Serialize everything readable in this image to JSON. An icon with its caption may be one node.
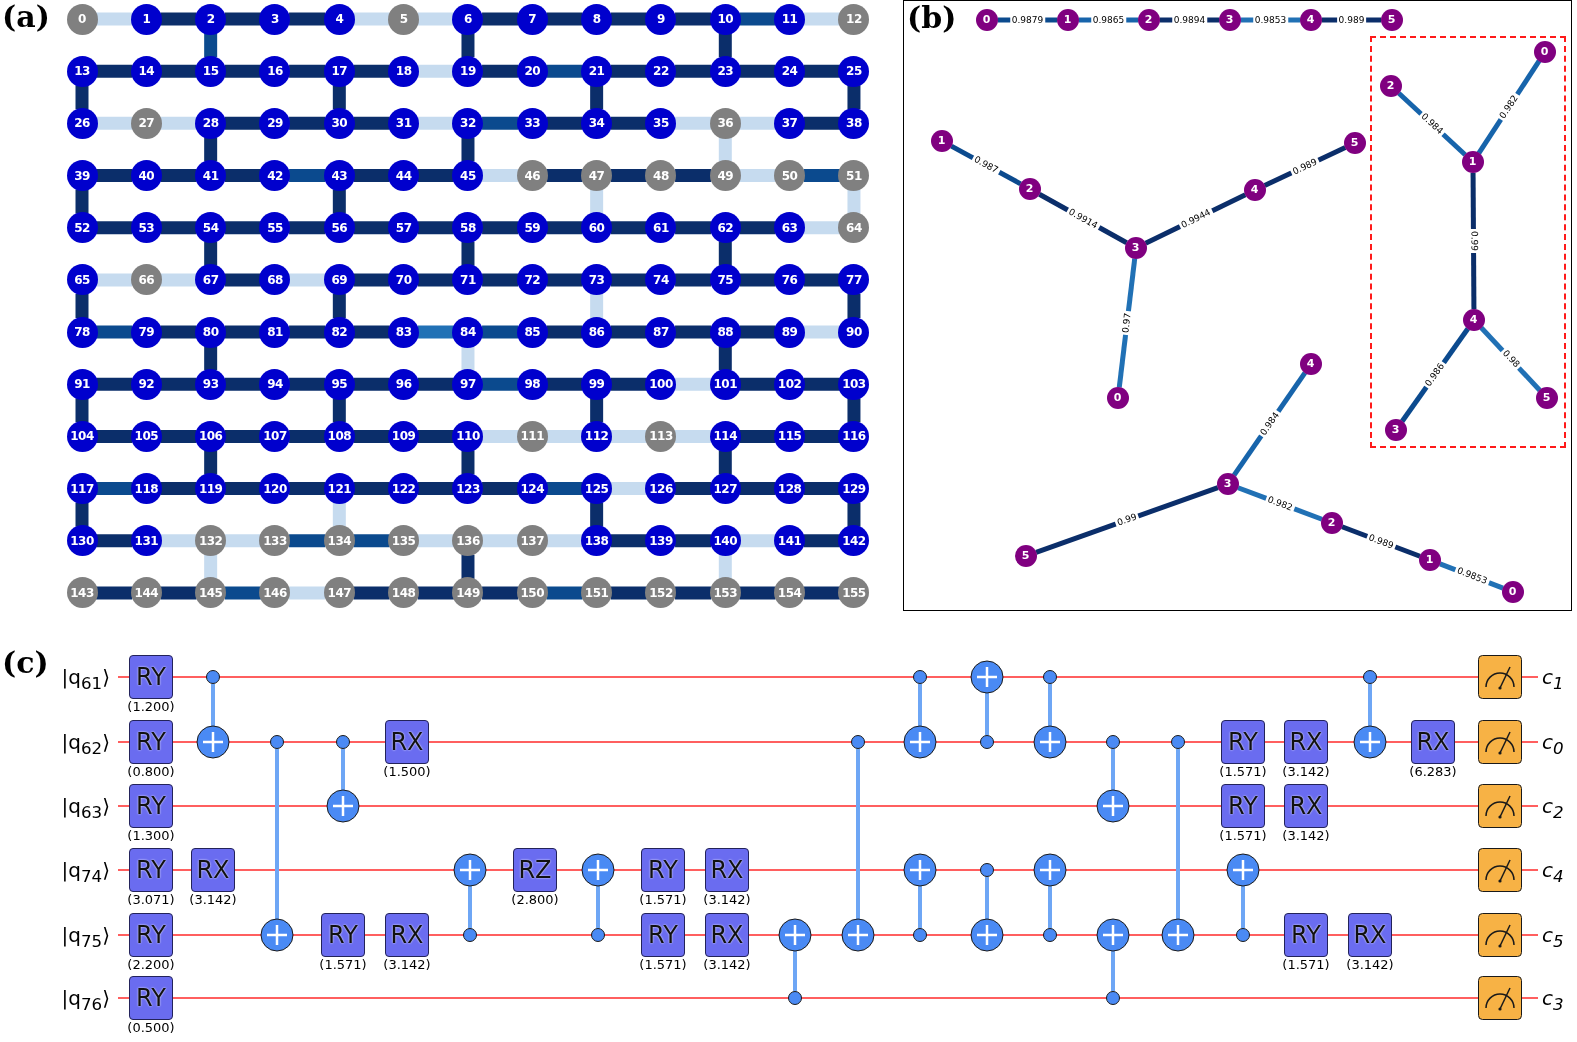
{
  "diagram": {
    "nodes": [
      {
        "text": [
          "0"
        ]
      },
      {
        "text": [
          "1"
        ]
      },
      {
        "text": [
          "2"
        ]
      },
      {
        "text": [
          "3"
        ]
      },
      {
        "text": [
          "4"
        ]
      },
      {
        "text": [
          "5"
        ]
      },
      {
        "text": [
          "6"
        ]
      },
      {
        "text": [
          "7"
        ]
      },
      {
        "text": [
          "8"
        ]
      },
      {
        "text": [
          "9"
        ]
      },
      {
        "text": [
          "10"
        ]
      },
      {
        "text": [
          "11"
        ]
      },
      {
        "text": [
          "12"
        ]
      },
      {
        "text": [
          "13"
        ]
      },
      {
        "text": [
          "14"
        ]
      },
      {
        "text": [
          "15"
        ]
      },
      {
        "text": [
          "16"
        ]
      },
      {
        "text": [
          "17"
        ]
      },
      {
        "text": [
          "18"
        ]
      },
      {
        "text": [
          "19"
        ]
      },
      {
        "text": [
          "20"
        ]
      },
      {
        "text": [
          "21"
        ]
      },
      {
        "text": [
          "22"
        ]
      },
      {
        "text": [
          "23"
        ]
      },
      {
        "text": [
          "24"
        ]
      },
      {
        "text": [
          "25"
        ]
      },
      {
        "text": [
          "26"
        ]
      },
      {
        "text": [
          "27"
        ]
      },
      {
        "text": [
          "28"
        ]
      },
      {
        "text": [
          "29"
        ]
      },
      {
        "text": [
          "30"
        ]
      },
      {
        "text": [
          "31"
        ]
      },
      {
        "text": [
          "32"
        ]
      },
      {
        "text": [
          "33"
        ]
      },
      {
        "text": [
          "34"
        ]
      },
      {
        "text": [
          "35"
        ]
      },
      {
        "text": [
          "36"
        ]
      },
      {
        "text": [
          "37"
        ]
      },
      {
        "text": [
          "38"
        ]
      },
      {
        "text": [
          "39"
        ]
      },
      {
        "text": [
          "40"
        ]
      },
      {
        "text": [
          "41"
        ]
      },
      {
        "text": [
          "42"
        ]
      },
      {
        "text": [
          "43"
        ]
      },
      {
        "text": [
          "44"
        ]
      },
      {
        "text": [
          "45"
        ]
      },
      {
        "text": [
          "46"
        ]
      },
      {
        "text": [
          "47"
        ]
      },
      {
        "text": [
          "48"
        ]
      },
      {
        "text": [
          "49"
        ]
      },
      {
        "text": [
          "50"
        ]
      },
      {
        "text": [
          "51"
        ]
      },
      {
        "text": [
          "52"
        ]
      },
      {
        "text": [
          "53"
        ]
      },
      {
        "text": [
          "54"
        ]
      },
      {
        "text": [
          "55"
        ]
      },
      {
        "text": [
          "56"
        ]
      },
      {
        "text": [
          "57"
        ]
      },
      {
        "text": [
          "58"
        ]
      },
      {
        "text": [
          "59"
        ]
      },
      {
        "text": [
          "60"
        ]
      },
      {
        "text": [
          "61"
        ]
      },
      {
        "text": [
          "62"
        ]
      },
      {
        "text": [
          "63"
        ]
      },
      {
        "text": [
          "64"
        ]
      },
      {
        "text": [
          "65"
        ]
      },
      {
        "text": [
          "66"
        ]
      },
      {
        "text": [
          "67"
        ]
      },
      {
        "text": [
          "68"
        ]
      },
      {
        "text": [
          "69"
        ]
      },
      {
        "text": [
          "70"
        ]
      },
      {
        "text": [
          "71"
        ]
      },
      {
        "text": [
          "72"
        ]
      },
      {
        "text": [
          "73"
        ]
      },
      {
        "text": [
          "74"
        ]
      },
      {
        "text": [
          "75"
        ]
      },
      {
        "text": [
          "76"
        ]
      },
      {
        "text": [
          "77"
        ]
      },
      {
        "text": [
          "78"
        ]
      },
      {
        "text": [
          "79"
        ]
      },
      {
        "text": [
          "80"
        ]
      },
      {
        "text": [
          "81"
        ]
      },
      {
        "text": [
          "82"
        ]
      },
      {
        "text": [
          "83"
        ]
      },
      {
        "text": [
          "84"
        ]
      },
      {
        "text": [
          "85"
        ]
      },
      {
        "text": [
          "86"
        ]
      },
      {
        "text": [
          "87"
        ]
      },
      {
        "text": [
          "88"
        ]
      },
      {
        "text": [
          "89"
        ]
      },
      {
        "text": [
          "90"
        ]
      },
      {
        "text": [
          "91"
        ]
      },
      {
        "text": [
          "92"
        ]
      },
      {
        "text": [
          "93"
        ]
      },
      {
        "text": [
          "94"
        ]
      },
      {
        "text": [
          "95"
        ]
      },
      {
        "text": [
          "96"
        ]
      },
      {
        "text": [
          "97"
        ]
      },
      {
        "text": [
          "98"
        ]
      },
      {
        "text": [
          "99"
        ]
      },
      {
        "text": [
          "100"
        ]
      },
      {
        "text": [
          "101"
        ]
      },
      {
        "text": [
          "102"
        ]
      },
      {
        "text": [
          "103"
        ]
      },
      {
        "text": [
          "104"
        ]
      },
      {
        "text": [
          "105"
        ]
      },
      {
        "text": [
          "106"
        ]
      },
      {
        "text": [
          "107"
        ]
      },
      {
        "text": [
          "108"
        ]
      },
      {
        "text": [
          "109"
        ]
      },
      {
        "text": [
          "110"
        ]
      },
      {
        "text": [
          "111"
        ]
      },
      {
        "text": [
          "112"
        ]
      },
      {
        "text": [
          "113"
        ]
      },
      {
        "text": [
          "114"
        ]
      },
      {
        "text": [
          "115"
        ]
      },
      {
        "text": [
          "116"
        ]
      },
      {
        "text": [
          "117"
        ]
      },
      {
        "text": [
          "118"
        ]
      },
      {
        "text": [
          "119"
        ]
      },
      {
        "text": [
          "120"
        ]
      },
      {
        "text": [
          "121"
        ]
      },
      {
        "text": [
          "122"
        ]
      },
      {
        "text": [
          "123"
        ]
      },
      {
        "text": [
          "124"
        ]
      },
      {
        "text": [
          "125"
        ]
      },
      {
        "text": [
          "126"
        ]
      },
      {
        "text": [
          "127"
        ]
      },
      {
        "text": [
          "128"
        ]
      },
      {
        "text": [
          "129"
        ]
      },
      {
        "text": [
          "130"
        ]
      },
      {
        "text": [
          "131"
        ]
      },
      {
        "text": [
          "132"
        ]
      },
      {
        "text": [
          "133"
        ]
      },
      {
        "text": [
          "134"
        ]
      },
      {
        "text": [
          "135"
        ]
      },
      {
        "text": [
          "136"
        ]
      },
      {
        "text": [
          "137"
        ]
      },
      {
        "text": [
          "138"
        ]
      },
      {
        "text": [
          "139"
        ]
      },
      {
        "text": [
          "140"
        ]
      },
      {
        "text": [
          "141"
        ]
      },
      {
        "text": [
          "142"
        ]
      },
      {
        "text": [
          "143"
        ]
      },
      {
        "text": [
          "144"
        ]
      },
      {
        "text": [
          "145"
        ]
      },
      {
        "text": [
          "146"
        ]
      },
      {
        "text": [
          "147"
        ]
      },
      {
        "text": [
          "148"
        ]
      },
      {
        "text": [
          "149"
        ]
      },
      {
        "text": [
          "150"
        ]
      },
      {
        "text": [
          "151"
        ]
      },
      {
        "text": [
          "152"
        ]
      },
      {
        "text": [
          "153"
        ]
      },
      {
        "text": [
          "154"
        ]
      },
      {
        "text": [
          "155"
        ]
      },
      {
        "text": [
          "(b)"
        ]
      },
      {
        "text": [
          "0"
        ],
        "in": 156
      },
      {
        "text": [
          "1"
        ],
        "in": 156
      },
      {
        "text": [
          "2"
        ],
        "in": 156
      },
      {
        "text": [
          "3"
        ],
        "in": 156
      },
      {
        "text": [
          "4"
        ],
        "in": 156
      },
      {
        "text": [
          "5"
        ],
        "in": 156
      },
      {
        "text": [
          "1"
        ],
        "in": 156
      },
      {
        "text": [
          "5"
        ],
        "in": 156
      },
      {
        "text": [
          "2"
        ],
        "in": 156
      },
      {
        "text": [
          "4"
        ],
        "in": 156
      },
      {
        "text": [
          "3"
        ],
        "in": 156
      },
      {
        "text": [
          "0"
        ],
        "in": 156
      },
      {
        "text": [],
        "shape": "box",
        "in": 156
      },
      {
        "text": [
          "0"
        ],
        "in": 169
      },
      {
        "text": [
          "2"
        ],
        "in": 169
      },
      {
        "text": [
          "1"
        ],
        "in": 169
      },
      {
        "text": [
          "4"
        ],
        "in": 169
      },
      {
        "text": [
          "5"
        ],
        "in": 169
      },
      {
        "text": [
          "3"
        ],
        "in": 169
      },
      {
        "text": [
          "4"
        ],
        "in": 156
      },
      {
        "text": [
          "3"
        ],
        "in": 156
      },
      {
        "text": [
          "2"
        ],
        "in": 156
      },
      {
        "text": [
          "5"
        ],
        "in": 156
      },
      {
        "text": [
          "1"
        ],
        "in": 156
      },
      {
        "text": [
          "0"
        ],
        "in": 156
      },
      {
        "text": [
          "RY"
        ],
        "beside": [
          "(1.200)"
        ]
      },
      {
        "text": [
          "RY"
        ],
        "beside": [
          "(0.800)"
        ]
      },
      {
        "text": [
          "RY"
        ],
        "beside": [
          "(1.300)"
        ]
      },
      {
        "text": [
          "RY"
        ],
        "beside": [
          "(3.071)"
        ]
      },
      {
        "text": [
          "RY"
        ],
        "beside": [
          "(2.200)"
        ]
      },
      {
        "text": [
          "RY"
        ],
        "beside": [
          "(0.500)"
        ]
      },
      {
        "text": [],
        "shape": "circle"
      },
      {
        "text": [],
        "shape": "circle"
      },
      {
        "text": [
          "RX"
        ],
        "beside": [
          "(3.142)"
        ]
      },
      {
        "text": [],
        "shape": "circle"
      },
      {
        "text": [],
        "shape": "circle"
      },
      {
        "text": [],
        "shape": "circle"
      },
      {
        "text": [],
        "shape": "circle"
      },
      {
        "text": [
          "RY"
        ],
        "beside": [
          "(1.571)"
        ]
      },
      {
        "text": [
          "RX"
        ],
        "beside": [
          "(1.500)"
        ]
      },
      {
        "text": [
          "RX"
        ],
        "beside": [
          "(3.142)"
        ]
      },
      {
        "text": [],
        "shape": "circle"
      },
      {
        "text": [],
        "shape": "circle"
      },
      {
        "text": [
          "RZ"
        ],
        "beside": [
          "(2.800)"
        ]
      },
      {
        "text": [],
        "shape": "circle"
      },
      {
        "text": [],
        "shape": "circle"
      },
      {
        "text": [
          "RY"
        ],
        "beside": [
          "(1.571)"
        ]
      },
      {
        "text": [
          "RY"
        ],
        "beside": [
          "(1.571)"
        ]
      },
      {
        "text": [
          "RX"
        ],
        "beside": [
          "(3.142)"
        ]
      },
      {
        "text": [
          "RX"
        ],
        "beside": [
          "(3.142)"
        ]
      },
      {
        "text": [],
        "shape": "circle"
      },
      {
        "text": [],
        "shape": "circle"
      },
      {
        "text": [],
        "shape": "circle"
      },
      {
        "text": [],
        "shape": "circle"
      },
      {
        "text": [],
        "shape": "circle"
      },
      {
        "text": [],
        "shape": "circle"
      },
      {
        "text": [],
        "shape": "circle"
      },
      {
        "text": [],
        "shape": "circle"
      },
      {
        "text": [],
        "shape": "circle"
      },
      {
        "text": [],
        "shape": "circle"
      },
      {
        "text": [],
        "shape": "circle"
      },
      {
        "text": [],
        "shape": "circle"
      },
      {
        "text": [],
        "shape": "circle"
      },
      {
        "text": [],
        "shape": "circle"
      },
      {
        "text": [],
        "shape": "circle"
      },
      {
        "text": [],
        "shape": "circle"
      },
      {
        "text": [],
        "shape": "circle"
      },
      {
        "text": [],
        "shape": "circle"
      },
      {
        "text": [],
        "shape": "circle"
      },
      {
        "text": [],
        "shape": "circle"
      },
      {
        "text": [],
        "shape": "circle"
      },
      {
        "text": [],
        "shape": "circle"
      },
      {
        "text": [
          "RY"
        ],
        "beside": [
          "(1.571)"
        ]
      },
      {
        "text": [
          "RY"
        ],
        "beside": [
          "(1.571)"
        ]
      },
      {
        "text": [],
        "shape": "circle"
      },
      {
        "text": [],
        "shape": "circle"
      },
      {
        "text": [
          "RX"
        ],
        "beside": [
          "(3.142)"
        ]
      },
      {
        "text": [
          "RX"
        ],
        "beside": [
          "(3.142)"
        ]
      },
      {
        "text": [
          "RY"
        ],
        "beside": [
          "(1.571)"
        ]
      },
      {
        "text": [],
        "shape": "circle"
      },
      {
        "text": [],
        "shape": "circle"
      },
      {
        "text": [
          "RX"
        ],
        "beside": [
          "(3.142)"
        ]
      },
      {
        "text": [
          "RX"
        ],
        "beside": [
          "(6.283)"
        ]
      },
      {
        "text": [],
        "shape": "box"
      },
      {
        "text": [],
        "shape": "box"
      },
      {
        "text": [],
        "shape": "box"
      },
      {
        "text": [],
        "shape": "box"
      },
      {
        "text": [],
        "shape": "box"
      },
      {
        "text": [],
        "shape": "box"
      }
    ],
    "edges": [
      {
        "from": 0,
        "to": 1,
        "arrow": "none",
        "color": "#c6dbef"
      },
      {
        "from": 1,
        "to": 2,
        "arrow": "none"
      },
      {
        "from": 2,
        "to": 3,
        "arrow": "none"
      },
      {
        "from": 3,
        "to": 4,
        "arrow": "none"
      },
      {
        "from": 4,
        "to": 5,
        "arrow": "none",
        "color": "#c6dbef"
      },
      {
        "from": 5,
        "to": 6,
        "arrow": "none",
        "color": "#c6dbef"
      },
      {
        "from": 6,
        "to": 7,
        "arrow": "none"
      },
      {
        "from": 7,
        "to": 8,
        "arrow": "none"
      },
      {
        "from": 8,
        "to": 9,
        "arrow": "none"
      },
      {
        "from": 9,
        "to": 10,
        "arrow": "none"
      },
      {
        "from": 10,
        "to": 11,
        "arrow": "none",
        "color": "#0b4a8e"
      },
      {
        "from": 11,
        "to": 12,
        "arrow": "none",
        "color": "#c6dbef"
      },
      {
        "from": 13,
        "to": 14,
        "arrow": "none"
      },
      {
        "from": 14,
        "to": 15,
        "arrow": "none"
      },
      {
        "from": 15,
        "to": 16,
        "arrow": "none"
      },
      {
        "from": 16,
        "to": 17,
        "arrow": "none"
      },
      {
        "from": 17,
        "to": 18,
        "arrow": "none"
      },
      {
        "from": 18,
        "to": 19,
        "arrow": "none",
        "color": "#c6dbef"
      },
      {
        "from": 19,
        "to": 20,
        "arrow": "none"
      },
      {
        "from": 20,
        "to": 21,
        "arrow": "none",
        "color": "#0b4a8e"
      },
      {
        "from": 21,
        "to": 22,
        "arrow": "none"
      },
      {
        "from": 22,
        "to": 23,
        "arrow": "none"
      },
      {
        "from": 23,
        "to": 24,
        "arrow": "none"
      },
      {
        "from": 24,
        "to": 25,
        "arrow": "none"
      },
      {
        "from": 26,
        "to": 27,
        "arrow": "none",
        "color": "#c6dbef"
      },
      {
        "from": 27,
        "to": 28,
        "arrow": "none",
        "color": "#c6dbef"
      },
      {
        "from": 28,
        "to": 29,
        "arrow": "none"
      },
      {
        "from": 29,
        "to": 30,
        "arrow": "none"
      },
      {
        "from": 30,
        "to": 31,
        "arrow": "none"
      },
      {
        "from": 31,
        "to": 32,
        "arrow": "none",
        "color": "#c6dbef"
      },
      {
        "from": 32,
        "to": 33,
        "arrow": "none",
        "color": "#0b4a8e"
      },
      {
        "from": 33,
        "to": 34,
        "arrow": "none"
      },
      {
        "from": 34,
        "to": 35,
        "arrow": "none"
      },
      {
        "from": 35,
        "to": 36,
        "arrow": "none",
        "color": "#c6dbef"
      },
      {
        "from": 36,
        "to": 37,
        "arrow": "none",
        "color": "#c6dbef"
      },
      {
        "from": 37,
        "to": 38,
        "arrow": "none"
      },
      {
        "from": 39,
        "to": 40,
        "arrow": "none"
      },
      {
        "from": 40,
        "to": 41,
        "arrow": "none"
      },
      {
        "from": 41,
        "to": 42,
        "arrow": "none"
      },
      {
        "from": 42,
        "to": 43,
        "arrow": "none",
        "color": "#0b4a8e"
      },
      {
        "from": 43,
        "to": 44,
        "arrow": "none"
      },
      {
        "from": 44,
        "to": 45,
        "arrow": "none"
      },
      {
        "from": 45,
        "to": 46,
        "arrow": "none",
        "color": "#c6dbef"
      },
      {
        "from": 46,
        "to": 47,
        "arrow": "none"
      },
      {
        "from": 47,
        "to": 48,
        "arrow": "none"
      },
      {
        "from": 48,
        "to": 49,
        "arrow": "none"
      },
      {
        "from": 49,
        "to": 50,
        "arrow": "none",
        "color": "#c6dbef"
      },
      {
        "from": 50,
        "to": 51,
        "arrow": "none",
        "color": "#0b4a8e"
      },
      {
        "from": 52,
        "to": 53,
        "arrow": "none"
      },
      {
        "from": 53,
        "to": 54,
        "arrow": "none"
      },
      {
        "from": 54,
        "to": 55,
        "arrow": "none"
      },
      {
        "from": 55,
        "to": 56,
        "arrow": "none"
      },
      {
        "from": 56,
        "to": 57,
        "arrow": "none"
      },
      {
        "from": 57,
        "to": 58,
        "arrow": "none"
      },
      {
        "from": 58,
        "to": 59,
        "arrow": "none"
      },
      {
        "from": 59,
        "to": 60,
        "arrow": "none"
      },
      {
        "from": 60,
        "to": 61,
        "arrow": "none"
      },
      {
        "from": 61,
        "to": 62,
        "arrow": "none"
      },
      {
        "from": 62,
        "to": 63,
        "arrow": "none"
      },
      {
        "from": 63,
        "to": 64,
        "arrow": "none",
        "color": "#c6dbef"
      },
      {
        "from": 65,
        "to": 66,
        "arrow": "none",
        "color": "#c6dbef"
      },
      {
        "from": 66,
        "to": 67,
        "arrow": "none",
        "color": "#c6dbef"
      },
      {
        "from": 67,
        "to": 68,
        "arrow": "none"
      },
      {
        "from": 68,
        "to": 69,
        "arrow": "none",
        "color": "#c6dbef"
      },
      {
        "from": 69,
        "to": 70,
        "arrow": "none"
      },
      {
        "from": 70,
        "to": 71,
        "arrow": "none"
      },
      {
        "from": 71,
        "to": 72,
        "arrow": "none"
      },
      {
        "from": 72,
        "to": 73,
        "arrow": "none"
      },
      {
        "from": 73,
        "to": 74,
        "arrow": "none"
      },
      {
        "from": 74,
        "to": 75,
        "arrow": "none"
      },
      {
        "from": 75,
        "to": 76,
        "arrow": "none"
      },
      {
        "from": 76,
        "to": 77,
        "arrow": "none"
      },
      {
        "from": 78,
        "to": 79,
        "arrow": "none",
        "color": "#0b4a8e"
      },
      {
        "from": 79,
        "to": 80,
        "arrow": "none"
      },
      {
        "from": 80,
        "to": 81,
        "arrow": "none"
      },
      {
        "from": 81,
        "to": 82,
        "arrow": "none"
      },
      {
        "from": 82,
        "to": 83,
        "arrow": "none"
      },
      {
        "from": 83,
        "to": 84,
        "arrow": "none",
        "color": "#2171b5"
      },
      {
        "from": 84,
        "to": 85,
        "arrow": "none",
        "color": "#0b4a8e"
      },
      {
        "from": 85,
        "to": 86,
        "arrow": "none"
      },
      {
        "from": 86,
        "to": 87,
        "arrow": "none"
      },
      {
        "from": 87,
        "to": 88,
        "arrow": "none"
      },
      {
        "from": 88,
        "to": 89,
        "arrow": "none"
      },
      {
        "from": 89,
        "to": 90,
        "arrow": "none",
        "color": "#c6dbef"
      },
      {
        "from": 91,
        "to": 92,
        "arrow": "none"
      },
      {
        "from": 92,
        "to": 93,
        "arrow": "none"
      },
      {
        "from": 93,
        "to": 94,
        "arrow": "none"
      },
      {
        "from": 94,
        "to": 95,
        "arrow": "none"
      },
      {
        "from": 95,
        "to": 96,
        "arrow": "none"
      },
      {
        "from": 96,
        "to": 97,
        "arrow": "none"
      },
      {
        "from": 97,
        "to": 98,
        "arrow": "none",
        "color": "#0b4a8e"
      },
      {
        "from": 98,
        "to": 99,
        "arrow": "none"
      },
      {
        "from": 99,
        "to": 100,
        "arrow": "none"
      },
      {
        "from": 100,
        "to": 101,
        "arrow": "none",
        "color": "#c6dbef"
      },
      {
        "from": 101,
        "to": 102,
        "arrow": "none"
      },
      {
        "from": 102,
        "to": 103,
        "arrow": "none"
      },
      {
        "from": 104,
        "to": 105,
        "arrow": "none"
      },
      {
        "from": 105,
        "to": 106,
        "arrow": "none"
      },
      {
        "from": 106,
        "to": 107,
        "arrow": "none"
      },
      {
        "from": 107,
        "to": 108,
        "arrow": "none"
      },
      {
        "from": 108,
        "to": 109,
        "arrow": "none"
      },
      {
        "from": 109,
        "to": 110,
        "arrow": "none"
      },
      {
        "from": 110,
        "to": 111,
        "arrow": "none",
        "color": "#c6dbef"
      },
      {
        "from": 111,
        "to": 112,
        "arrow": "none",
        "color": "#c6dbef"
      },
      {
        "from": 112,
        "to": 113,
        "arrow": "none",
        "color": "#c6dbef"
      },
      {
        "from": 113,
        "to": 114,
        "arrow": "none",
        "color": "#c6dbef"
      },
      {
        "from": 114,
        "to": 115,
        "arrow": "none"
      },
      {
        "from": 115,
        "to": 116,
        "arrow": "none"
      },
      {
        "from": 117,
        "to": 118,
        "arrow": "none",
        "color": "#0b4a8e"
      },
      {
        "from": 118,
        "to": 119,
        "arrow": "none"
      },
      {
        "from": 119,
        "to": 120,
        "arrow": "none"
      },
      {
        "from": 120,
        "to": 121,
        "arrow": "none"
      },
      {
        "from": 121,
        "to": 122,
        "arrow": "none"
      },
      {
        "from": 122,
        "to": 123,
        "arrow": "none"
      },
      {
        "from": 123,
        "to": 124,
        "arrow": "none"
      },
      {
        "from": 124,
        "to": 125,
        "arrow": "none",
        "color": "#0b4a8e"
      },
      {
        "from": 125,
        "to": 126,
        "arrow": "none",
        "color": "#c6dbef"
      },
      {
        "from": 126,
        "to": 127,
        "arrow": "none"
      },
      {
        "from": 127,
        "to": 128,
        "arrow": "none"
      },
      {
        "from": 128,
        "to": 129,
        "arrow": "none"
      },
      {
        "from": 130,
        "to": 131,
        "arrow": "none"
      },
      {
        "from": 131,
        "to": 132,
        "arrow": "none",
        "color": "#c6dbef"
      },
      {
        "from": 132,
        "to": 133,
        "arrow": "none",
        "color": "#c6dbef"
      },
      {
        "from": 133,
        "to": 134,
        "arrow": "none",
        "color": "#0b4a8e"
      },
      {
        "from": 134,
        "to": 135,
        "arrow": "none",
        "color": "#0b4a8e"
      },
      {
        "from": 135,
        "to": 136,
        "arrow": "none",
        "color": "#c6dbef"
      },
      {
        "from": 136,
        "to": 137,
        "arrow": "none",
        "color": "#c6dbef"
      },
      {
        "from": 137,
        "to": 138,
        "arrow": "none",
        "color": "#c6dbef"
      },
      {
        "from": 138,
        "to": 139,
        "arrow": "none"
      },
      {
        "from": 139,
        "to": 140,
        "arrow": "none"
      },
      {
        "from": 140,
        "to": 141,
        "arrow": "none",
        "color": "#c6dbef"
      },
      {
        "from": 141,
        "to": 142,
        "arrow": "none"
      },
      {
        "from": 143,
        "to": 144,
        "arrow": "none"
      },
      {
        "from": 144,
        "to": 145,
        "arrow": "none"
      },
      {
        "from": 145,
        "to": 146,
        "arrow": "none",
        "color": "#0b4a8e"
      },
      {
        "from": 146,
        "to": 147,
        "arrow": "none",
        "color": "#c6dbef"
      },
      {
        "from": 147,
        "to": 148,
        "arrow": "none"
      },
      {
        "from": 148,
        "to": 149,
        "arrow": "none"
      },
      {
        "from": 149,
        "to": 150,
        "arrow": "none"
      },
      {
        "from": 150,
        "to": 151,
        "arrow": "none",
        "color": "#0b4a8e"
      },
      {
        "from": 151,
        "to": 152,
        "arrow": "none"
      },
      {
        "from": 152,
        "to": 153,
        "arrow": "none"
      },
      {
        "from": 153,
        "to": 154,
        "arrow": "none"
      },
      {
        "from": 154,
        "to": 155,
        "arrow": "none"
      },
      {
        "from": 2,
        "to": 15,
        "arrow": "none",
        "color": "#0b4a8e"
      },
      {
        "from": 6,
        "to": 19,
        "arrow": "none"
      },
      {
        "from": 10,
        "to": 23,
        "arrow": "none"
      },
      {
        "from": 13,
        "to": 26,
        "arrow": "none"
      },
      {
        "from": 17,
        "to": 30,
        "arrow": "none"
      },
      {
        "from": 21,
        "to": 34,
        "arrow": "none"
      },
      {
        "from": 25,
        "to": 38,
        "arrow": "none"
      },
      {
        "from": 28,
        "to": 41,
        "arrow": "none"
      },
      {
        "from": 32,
        "to": 45,
        "arrow": "none"
      },
      {
        "from": 36,
        "to": 49,
        "arrow": "none",
        "color": "#c6dbef"
      },
      {
        "from": 39,
        "to": 52,
        "arrow": "none"
      },
      {
        "from": 43,
        "to": 56,
        "arrow": "none"
      },
      {
        "from": 47,
        "to": 60,
        "arrow": "none",
        "color": "#c6dbef"
      },
      {
        "from": 51,
        "to": 64,
        "arrow": "none",
        "color": "#c6dbef"
      },
      {
        "from": 54,
        "to": 67,
        "arrow": "none"
      },
      {
        "from": 58,
        "to": 71,
        "arrow": "none"
      },
      {
        "from": 62,
        "to": 75,
        "arrow": "none"
      },
      {
        "from": 65,
        "to": 78,
        "arrow": "none"
      },
      {
        "from": 69,
        "to": 82,
        "arrow": "none"
      },
      {
        "from": 73,
        "to": 86,
        "arrow": "none",
        "color": "#c6dbef"
      },
      {
        "from": 77,
        "to": 90,
        "arrow": "none"
      },
      {
        "from": 80,
        "to": 93,
        "arrow": "none"
      },
      {
        "from": 84,
        "to": 97,
        "arrow": "none",
        "color": "#c6dbef"
      },
      {
        "from": 88,
        "to": 101,
        "arrow": "none"
      },
      {
        "from": 91,
        "to": 104,
        "arrow": "none"
      },
      {
        "from": 95,
        "to": 108,
        "arrow": "none"
      },
      {
        "from": 99,
        "to": 112,
        "arrow": "none"
      },
      {
        "from": 103,
        "to": 116,
        "arrow": "none"
      },
      {
        "from": 106,
        "to": 119,
        "arrow": "none"
      },
      {
        "from": 110,
        "to": 123,
        "arrow": "none"
      },
      {
        "from": 114,
        "to": 127,
        "arrow": "none"
      },
      {
        "from": 117,
        "to": 130,
        "arrow": "none"
      },
      {
        "from": 121,
        "to": 134,
        "arrow": "none",
        "color": "#c6dbef"
      },
      {
        "from": 125,
        "to": 138,
        "arrow": "none"
      },
      {
        "from": 129,
        "to": 142,
        "arrow": "none"
      },
      {
        "from": 132,
        "to": 145,
        "arrow": "none",
        "color": "#c6dbef"
      },
      {
        "from": 136,
        "to": 149,
        "arrow": "none"
      },
      {
        "from": 140,
        "to": 153,
        "arrow": "none",
        "color": "#c6dbef"
      },
      {
        "from": 157,
        "to": 158,
        "arrow": "none",
        "label": "0.9879",
        "color": "#0b4a8e"
      },
      {
        "from": 158,
        "to": 159,
        "arrow": "none",
        "label": "0.9865",
        "color": "#1764ab"
      },
      {
        "from": 159,
        "to": 160,
        "arrow": "none",
        "label": "0.9894"
      },
      {
        "from": 160,
        "to": 161,
        "arrow": "none",
        "label": "0.9853",
        "color": "#2171b5"
      },
      {
        "from": 161,
        "to": 162,
        "arrow": "none",
        "label": "0.989"
      },
      {
        "from": 163,
        "to": 165,
        "arrow": "none",
        "label": "0.987",
        "color": "#0b4a8e"
      },
      {
        "from": 165,
        "to": 167,
        "arrow": "none",
        "label": "0.9914"
      },
      {
        "from": 167,
        "to": 166,
        "arrow": "none",
        "label": "0.9944"
      },
      {
        "from": 166,
        "to": 164,
        "arrow": "none",
        "label": "0.989"
      },
      {
        "from": 167,
        "to": 168,
        "arrow": "none",
        "label": "0.97",
        "color": "#2171b5"
      },
      {
        "from": 171,
        "to": 172,
        "arrow": "none",
        "label": "0.984",
        "color": "#1764ab"
      },
      {
        "from": 172,
        "to": 170,
        "arrow": "none",
        "label": "0.982",
        "color": "#1764ab"
      },
      {
        "from": 172,
        "to": 173,
        "arrow": "none",
        "label": "0.99"
      },
      {
        "from": 173,
        "to": 175,
        "arrow": "none",
        "label": "0.986",
        "color": "#0b4a8e"
      },
      {
        "from": 173,
        "to": 174,
        "arrow": "none",
        "label": "0.98",
        "color": "#2171b5"
      },
      {
        "from": 177,
        "to": 176,
        "arrow": "none",
        "label": "0.984",
        "color": "#1764ab"
      },
      {
        "from": 177,
        "to": 179,
        "arrow": "none",
        "label": "0.99"
      },
      {
        "from": 177,
        "to": 178,
        "arrow": "none",
        "label": "0.982",
        "color": "#2171b5"
      },
      {
        "from": 178,
        "to": 180,
        "arrow": "none",
        "label": "0.989"
      },
      {
        "from": 180,
        "to": 181,
        "arrow": "none",
        "label": "0.9853",
        "color": "#2171b5"
      },
      {
        "from": 188,
        "to": 189,
        "arrow": "none",
        "color": "#6ea6f5"
      },
      {
        "from": 191,
        "to": 192,
        "arrow": "none",
        "color": "#6ea6f5"
      },
      {
        "from": 193,
        "to": 194,
        "arrow": "none",
        "color": "#6ea6f5"
      },
      {
        "from": 199,
        "to": 198,
        "arrow": "none",
        "color": "#6ea6f5"
      },
      {
        "from": 202,
        "to": 201,
        "arrow": "none",
        "color": "#6ea6f5"
      },
      {
        "from": 208,
        "to": 207,
        "arrow": "none",
        "color": "#6ea6f5"
      },
      {
        "from": 209,
        "to": 210,
        "arrow": "none",
        "color": "#6ea6f5"
      },
      {
        "from": 211,
        "to": 212,
        "arrow": "none",
        "color": "#6ea6f5"
      },
      {
        "from": 214,
        "to": 213,
        "arrow": "none",
        "color": "#6ea6f5"
      },
      {
        "from": 216,
        "to": 215,
        "arrow": "none",
        "color": "#6ea6f5"
      },
      {
        "from": 217,
        "to": 218,
        "arrow": "none",
        "color": "#6ea6f5"
      },
      {
        "from": 219,
        "to": 220,
        "arrow": "none",
        "color": "#6ea6f5"
      },
      {
        "from": 222,
        "to": 221,
        "arrow": "none",
        "color": "#6ea6f5"
      },
      {
        "from": 223,
        "to": 224,
        "arrow": "none",
        "color": "#6ea6f5"
      },
      {
        "from": 226,
        "to": 225,
        "arrow": "none",
        "color": "#6ea6f5"
      },
      {
        "from": 227,
        "to": 228,
        "arrow": "none",
        "color": "#6ea6f5"
      },
      {
        "from": 232,
        "to": 231,
        "arrow": "none",
        "color": "#6ea6f5"
      },
      {
        "from": 236,
        "to": 237,
        "arrow": "none",
        "color": "#6ea6f5"
      }
    ],
    "labels": [
      "(a)",
      "(c)",
      "|q$_{61}$⟩",
      "|q$_{62}$⟩",
      "|q$_{63}$⟩",
      "|q$_{74}$⟩",
      "|q$_{75}$⟩",
      "|q$_{76}$⟩",
      "c$_{1}$",
      "c$_{0}$",
      "c$_{2}$",
      "c$_{4}$",
      "c$_{5}$",
      "c$_{3}$"
    ]
  }
}
